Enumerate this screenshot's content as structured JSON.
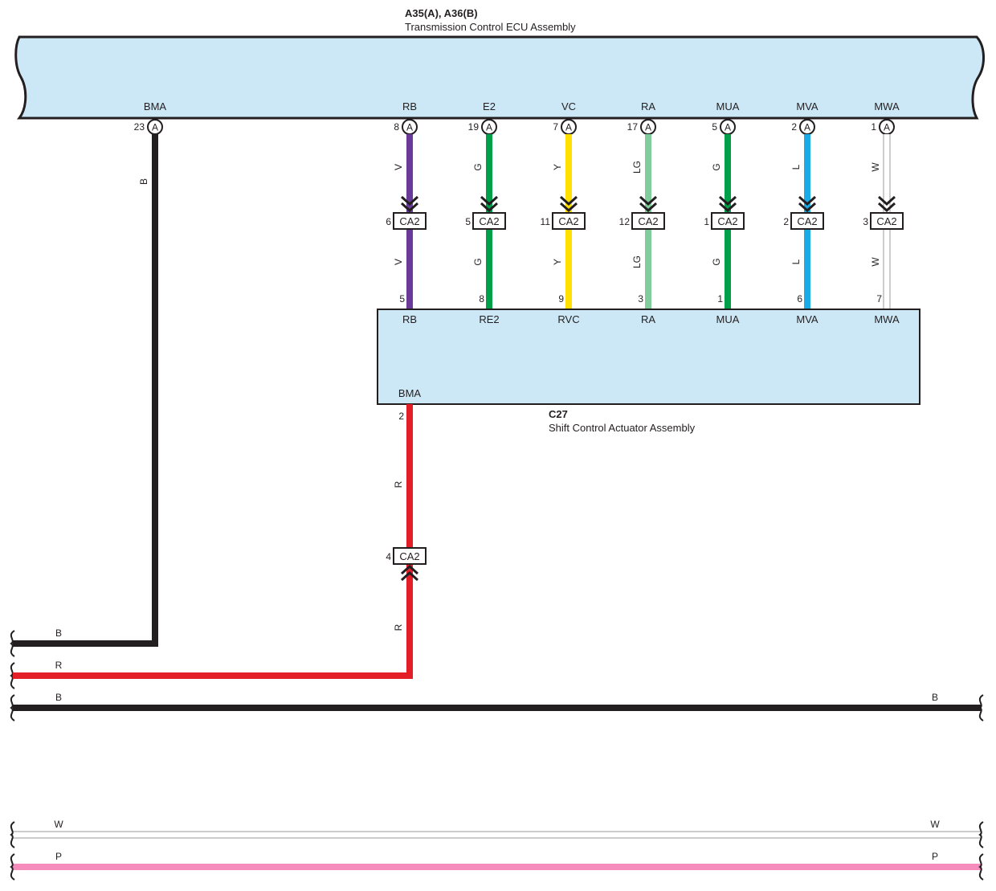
{
  "ecu": {
    "id": "A35(A), A36(B)",
    "name": "Transmission Control ECU Assembly",
    "fill": "#cce8f6",
    "terminals": [
      {
        "name": "BMA",
        "pin": "23",
        "conn": "A"
      },
      {
        "name": "RB",
        "pin": "8",
        "conn": "A"
      },
      {
        "name": "E2",
        "pin": "19",
        "conn": "A"
      },
      {
        "name": "VC",
        "pin": "7",
        "conn": "A"
      },
      {
        "name": "RA",
        "pin": "17",
        "conn": "A"
      },
      {
        "name": "MUA",
        "pin": "5",
        "conn": "A"
      },
      {
        "name": "MVA",
        "pin": "2",
        "conn": "A"
      },
      {
        "name": "MWA",
        "pin": "1",
        "conn": "A"
      }
    ]
  },
  "actuator": {
    "id": "C27",
    "name": "Shift Control Actuator Assembly",
    "fill": "#cce8f6",
    "terminals": [
      {
        "name": "RB",
        "pin": "5"
      },
      {
        "name": "RE2",
        "pin": "8"
      },
      {
        "name": "RVC",
        "pin": "9"
      },
      {
        "name": "RA",
        "pin": "3"
      },
      {
        "name": "MUA",
        "pin": "1"
      },
      {
        "name": "MVA",
        "pin": "6"
      },
      {
        "name": "MWA",
        "pin": "7"
      }
    ],
    "bma_terminal": {
      "name": "BMA",
      "pin": "2"
    }
  },
  "junction_connector": {
    "label": "CA2",
    "pins": [
      "6",
      "5",
      "11",
      "12",
      "1",
      "2",
      "3"
    ],
    "bma_pin": "4"
  },
  "wires": [
    {
      "code": "V",
      "color": "#6a3a9a"
    },
    {
      "code": "G",
      "color": "#00a04a"
    },
    {
      "code": "Y",
      "color": "#ffe000"
    },
    {
      "code": "LG",
      "color": "#80cc9c"
    },
    {
      "code": "G",
      "color": "#00a04a"
    },
    {
      "code": "L",
      "color": "#1aaae4"
    },
    {
      "code": "W",
      "color": "#ffffff"
    }
  ],
  "bma_ecu_wire": {
    "code": "B",
    "color": "#231f20"
  },
  "bma_act_wire": {
    "code": "R",
    "color": "#e41e26"
  },
  "bus_lines": [
    {
      "left_label": "B",
      "right_label": "",
      "color": "#231f20"
    },
    {
      "left_label": "R",
      "right_label": "",
      "color": "#e41e26"
    },
    {
      "left_label": "B",
      "right_label": "B",
      "color": "#231f20"
    },
    {
      "left_label": "W",
      "right_label": "W",
      "color": "#ffffff"
    },
    {
      "left_label": "P",
      "right_label": "P",
      "color": "#f58cbc"
    }
  ]
}
